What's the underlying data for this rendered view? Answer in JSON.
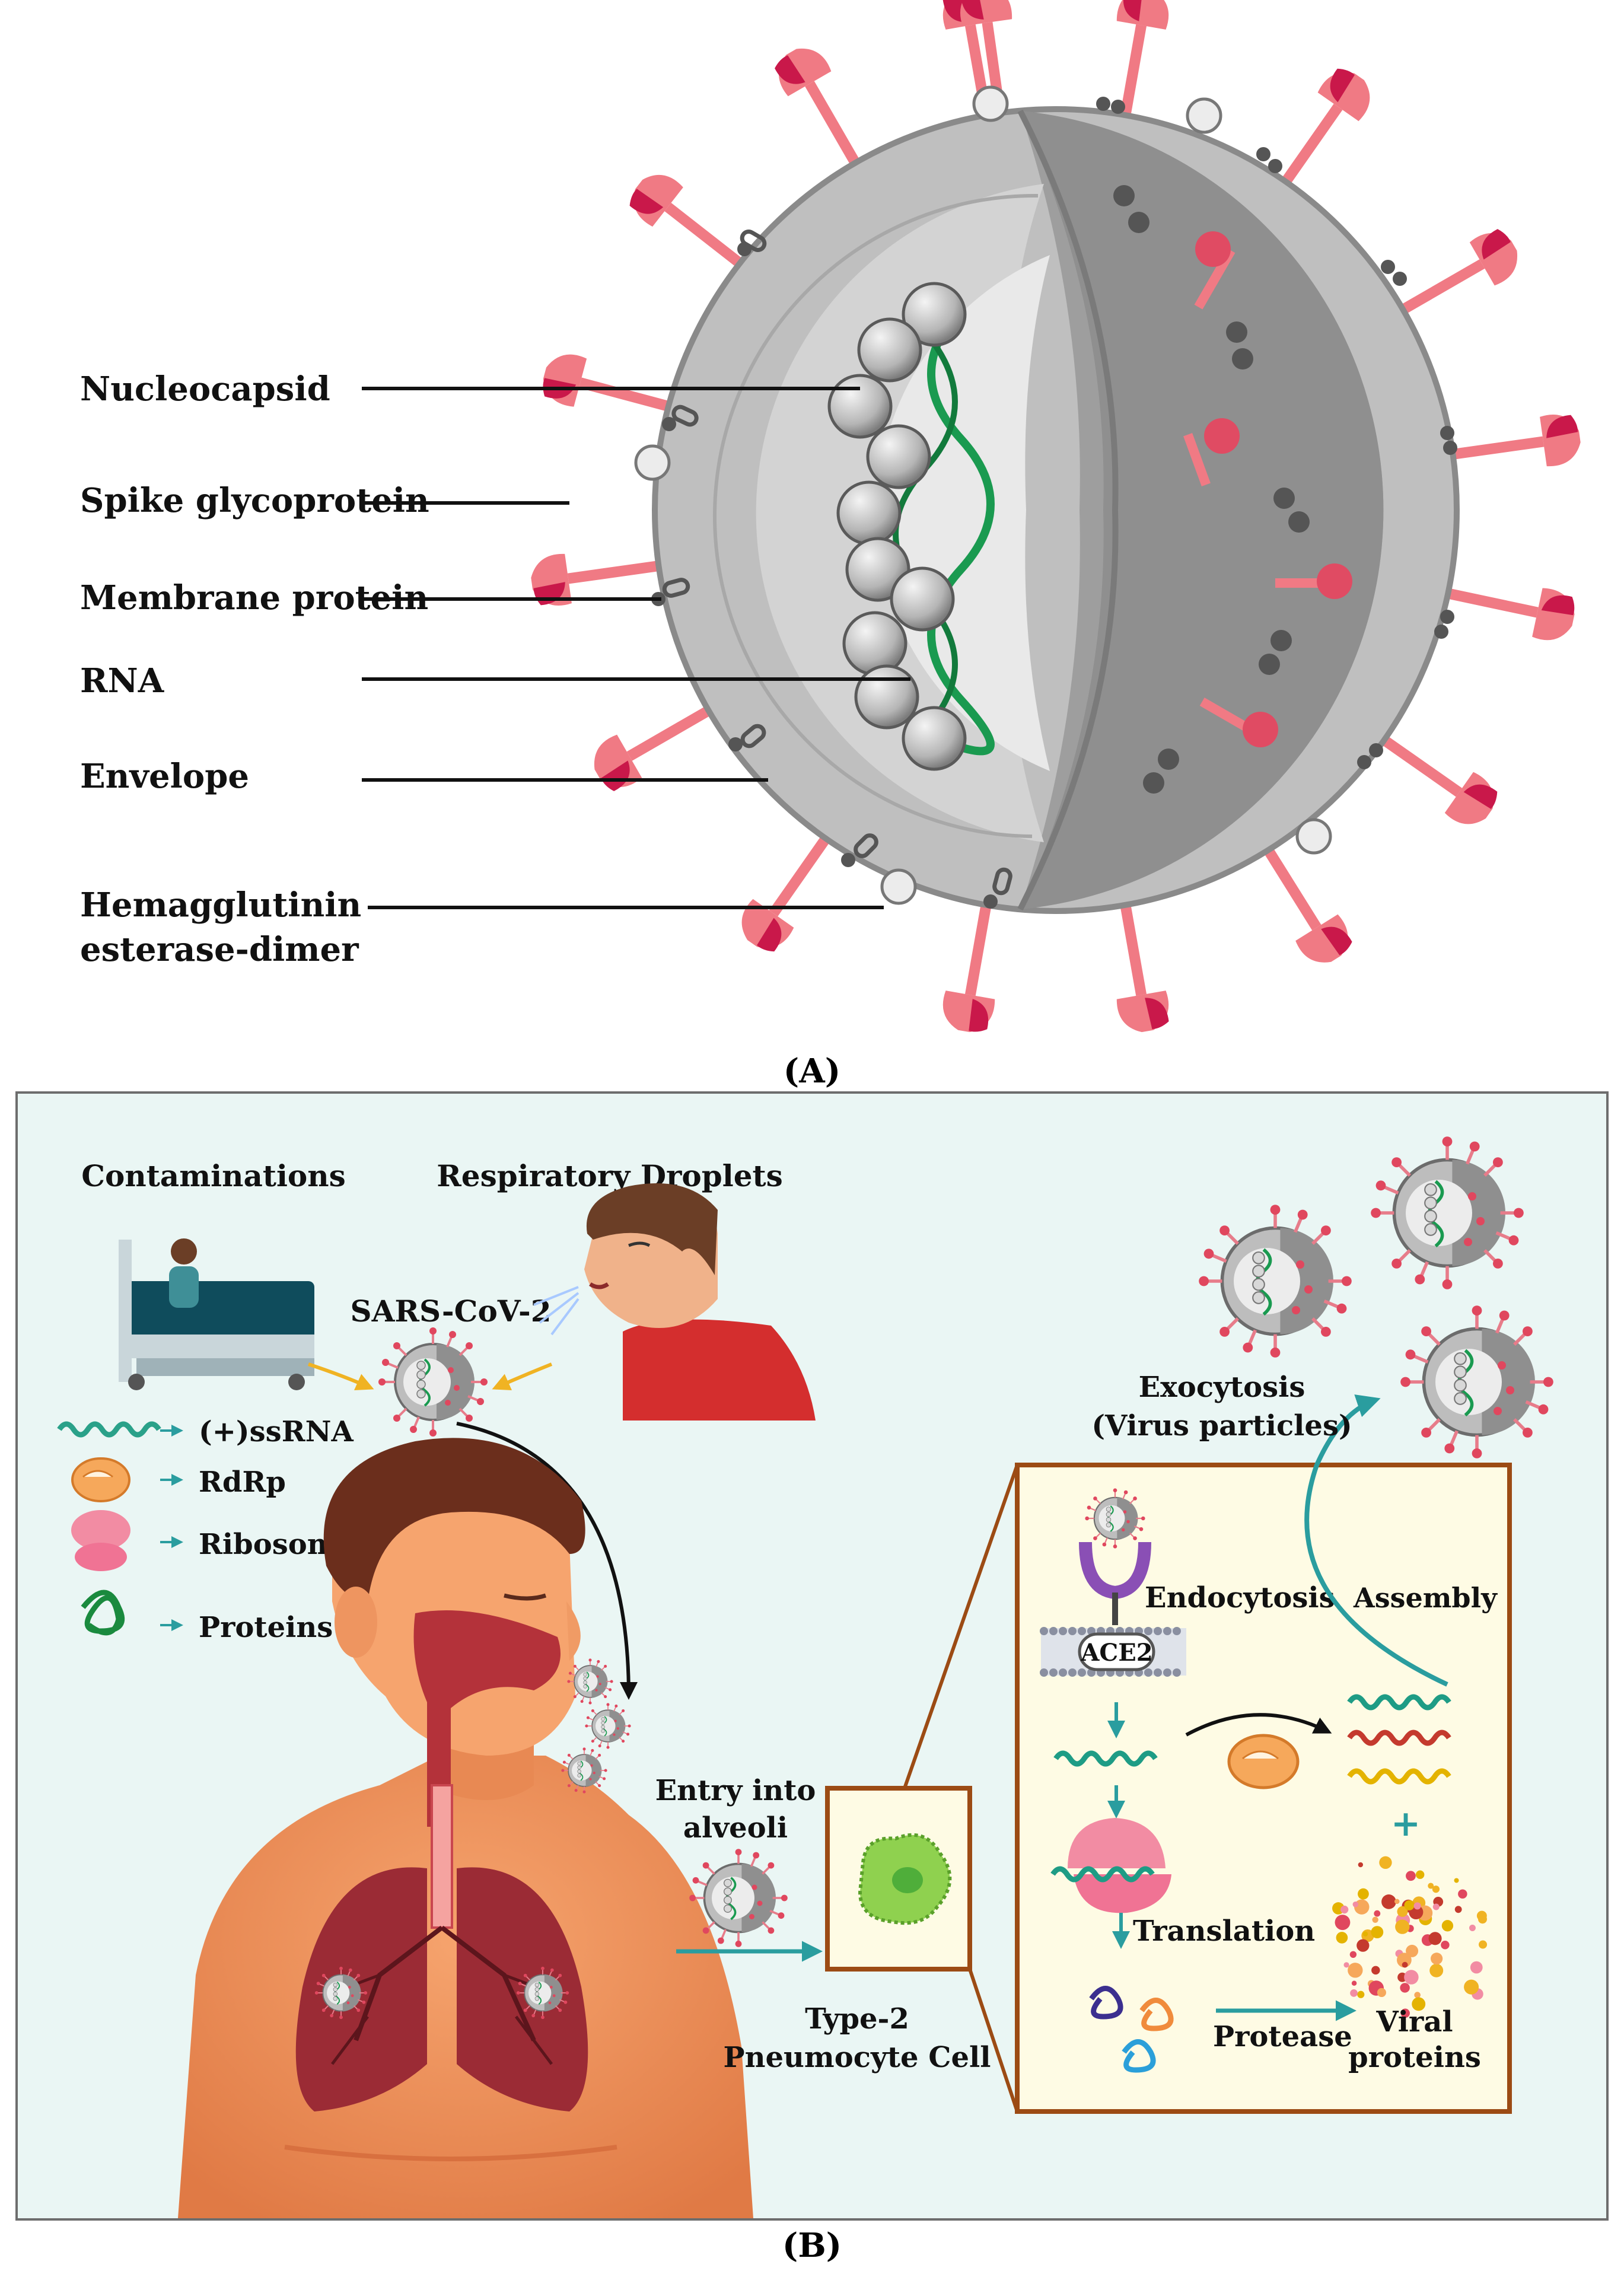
{
  "panel_a": {
    "caption": "(A)",
    "labels": {
      "nucleocapsid": "Nucleocapsid",
      "spike": "Spike glycoprotein",
      "membrane": "Membrane protein",
      "rna": "RNA",
      "envelope": "Envelope",
      "he_line1": "Hemagglutinin",
      "he_line2": "esterase-dimer"
    }
  },
  "panel_b": {
    "caption": "(B)",
    "contaminations": "Contaminations",
    "respiratory_droplets": "Respiratory Droplets",
    "sars": "SARS-CoV-2",
    "legend": {
      "ssrna": "(+)ssRNA",
      "rdrp": "RdRp",
      "ribosome": "Ribosome",
      "proteins": "Proteins"
    },
    "entry_line1": "Entry into",
    "entry_line2": "alveoli",
    "cell_line1": "Type-2",
    "cell_line2": "Pneumocyte Cell",
    "exocytosis_line1": "Exocytosis",
    "exocytosis_line2": "(Virus particles)",
    "endocytosis": "Endocytosis",
    "assembly": "Assembly",
    "ace2": "ACE2",
    "translation": "Translation",
    "protease": "Protease",
    "viral_line1": "Viral",
    "viral_line2": "proteins",
    "plus": "+"
  }
}
